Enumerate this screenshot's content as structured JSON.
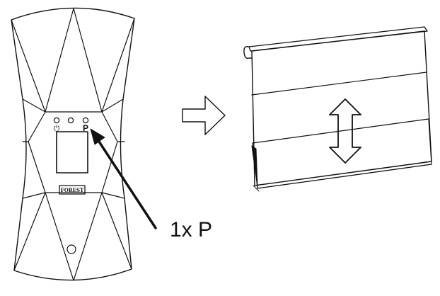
{
  "remote": {
    "button_marks": [
      "⏻",
      "",
      "P"
    ],
    "logo_text": "FOREST"
  },
  "instruction": {
    "step_label": "1x P"
  }
}
